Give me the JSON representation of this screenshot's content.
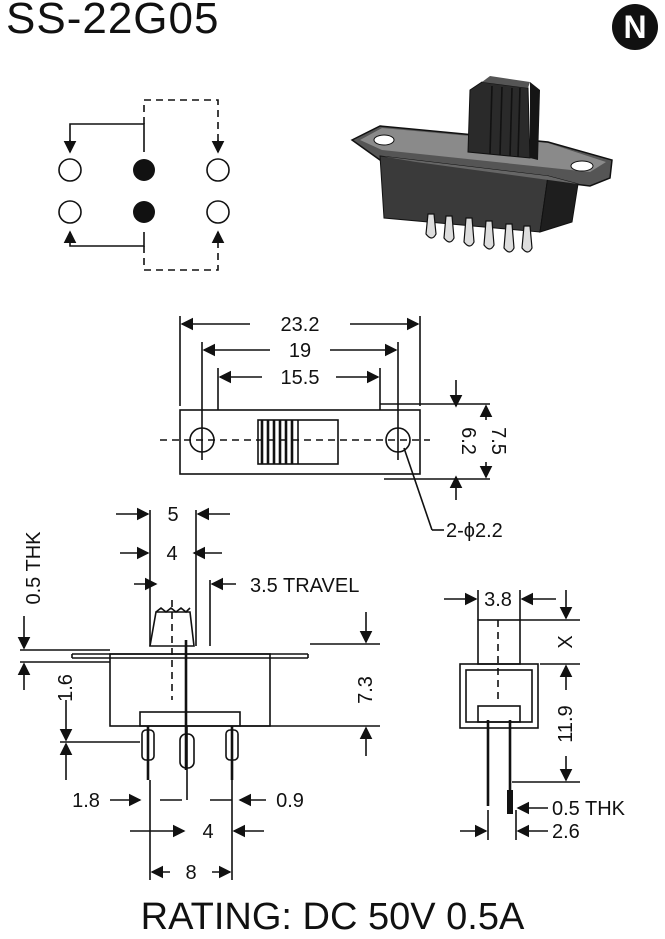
{
  "title": "SS-22G05",
  "logo_letter": "N",
  "rating": "RATING: DC 50V 0.5A",
  "dimensions": {
    "width_overall": "23.2",
    "hole_pitch": "19",
    "body_length": "15.5",
    "height_62": "6.2",
    "height_75": "7.5",
    "mount_hole": "2-ϕ2.2",
    "knob_5": "5",
    "knob_4": "4",
    "thk_05": "0.5 THK",
    "travel": "3.5 TRAVEL",
    "h_73": "7.3",
    "h_16": "1.6",
    "pin_18": "1.8",
    "pin_09": "0.9",
    "pin_pitch_4": "4",
    "pin_span_8": "8",
    "side_38": "3.8",
    "side_x": "X",
    "side_119": "11.9",
    "side_thk": "0.5 THK",
    "side_26": "2.6"
  },
  "colors": {
    "ink": "#111111",
    "paper": "#ffffff",
    "body": "#3a3a3a"
  }
}
